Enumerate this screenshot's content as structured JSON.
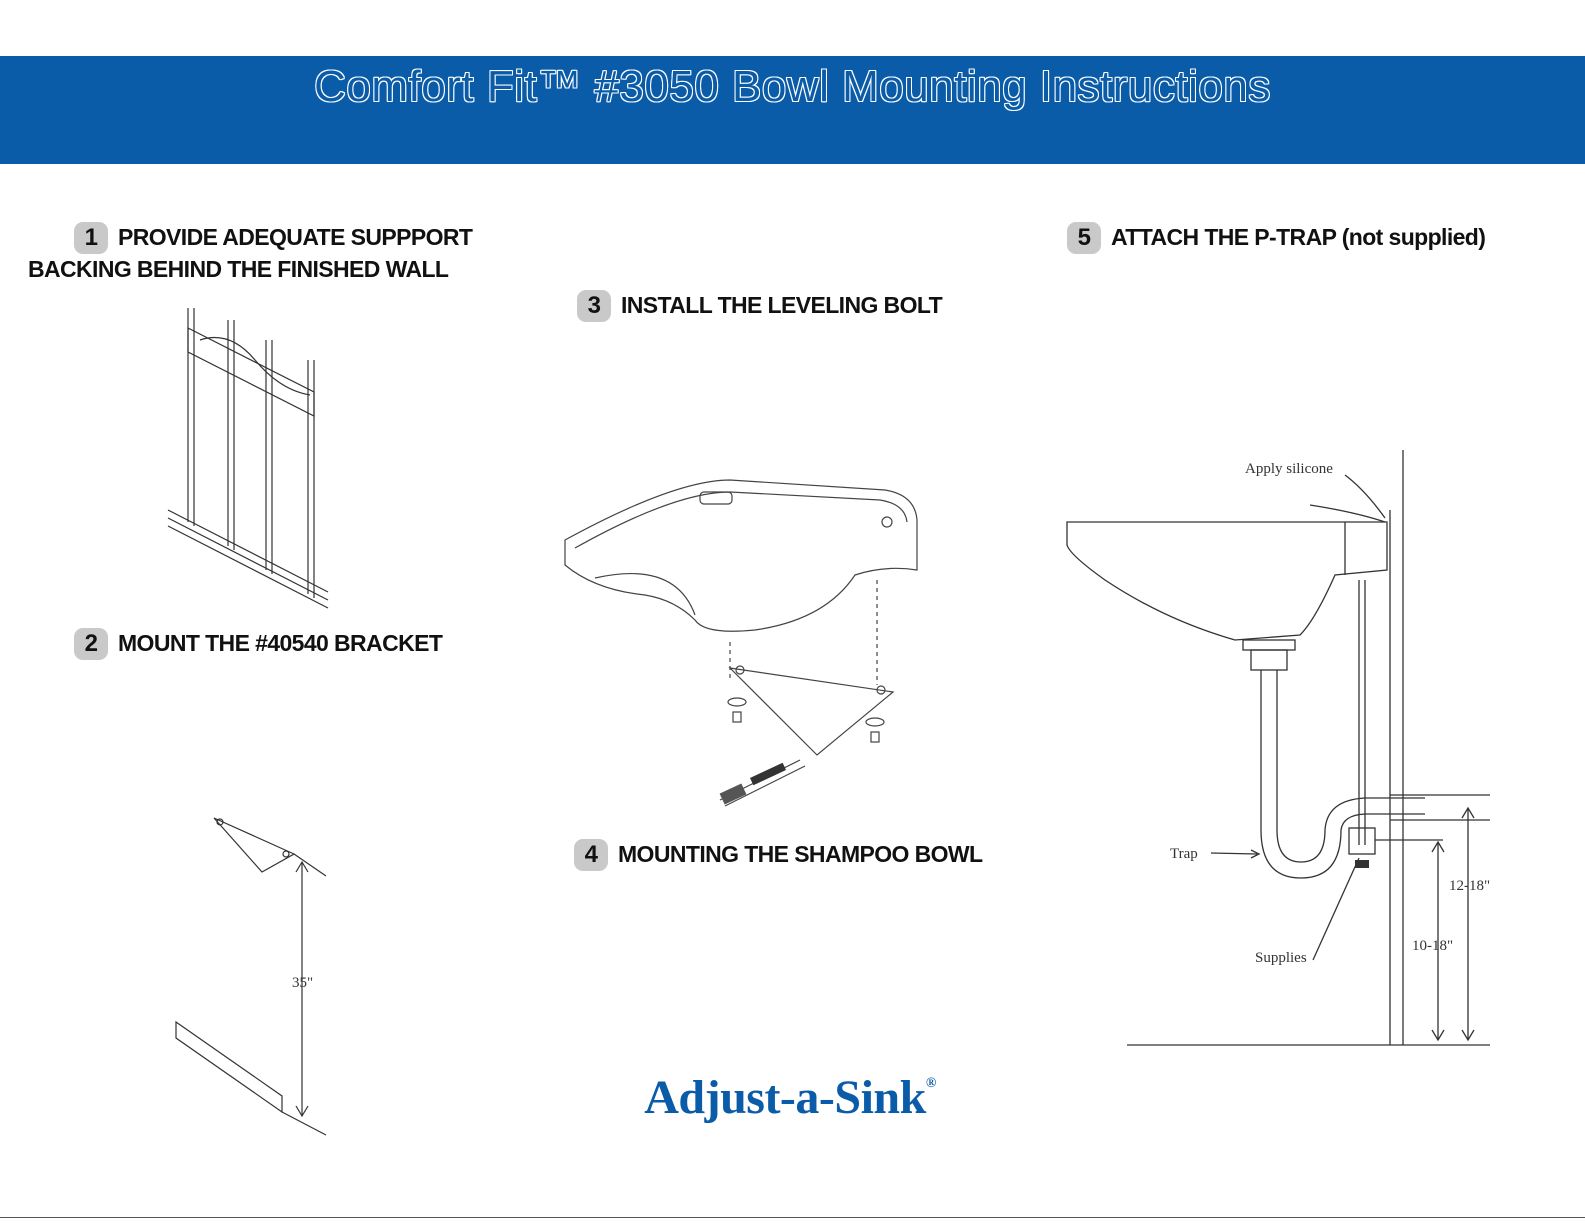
{
  "header": {
    "title": "Comfort Fit™ #3050 Bowl Mounting Instructions"
  },
  "steps": [
    {
      "num": "1",
      "title": "PROVIDE ADEQUATE SUPPPORT",
      "title2": "BACKING BEHIND THE FINISHED WALL"
    },
    {
      "num": "2",
      "title": "MOUNT THE #40540 BRACKET"
    },
    {
      "num": "3",
      "title": "INSTALL THE LEVELING BOLT"
    },
    {
      "num": "4",
      "title": "MOUNTING THE SHAMPOO BOWL"
    },
    {
      "num": "5",
      "title": "ATTACH THE P-TRAP (not supplied)"
    }
  ],
  "figure_bracket": {
    "height_label": "35\""
  },
  "figure_ptrap": {
    "apply_silicone": "Apply silicone",
    "trap": "Trap",
    "supplies": "Supplies",
    "dim_a": "12-18\"",
    "dim_b": "10-18\""
  },
  "logo": {
    "text": "Adjust-a-Sink",
    "mark": "®"
  },
  "colors": {
    "brand_blue": "#0b5ca8",
    "badge_gray": "#c9c9c9"
  }
}
